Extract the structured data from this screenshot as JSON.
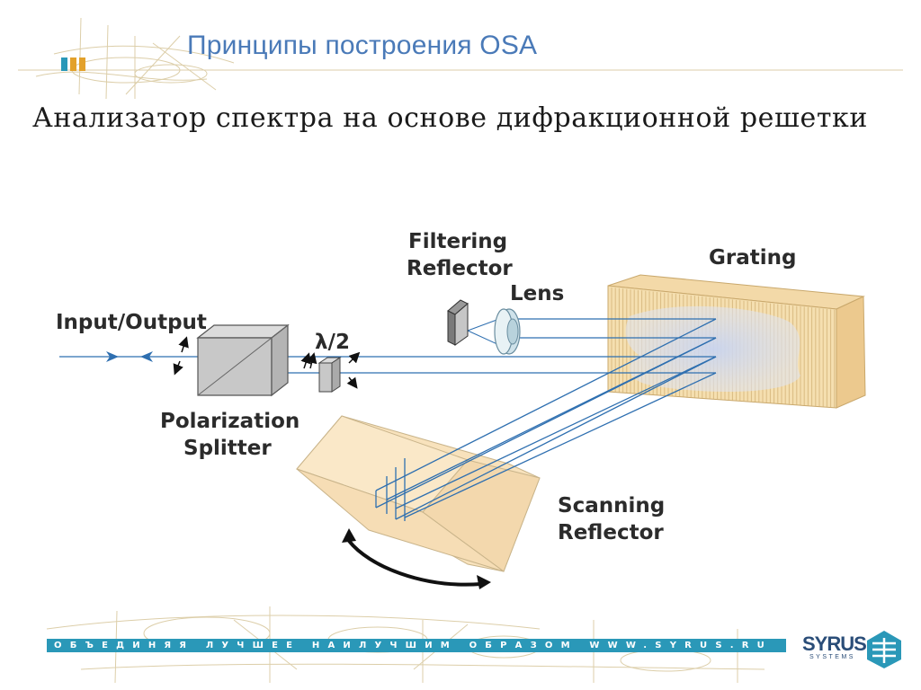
{
  "slide": {
    "title": "Принципы построения OSA",
    "subtitle": "Анализатор спектра на основе дифракционной решетки"
  },
  "diagram": {
    "labels": {
      "input_output": "Input/Output",
      "lambda_half": "λ/2",
      "polarization_1": "Polarization",
      "polarization_2": "Splitter",
      "filtering_1": "Filtering",
      "filtering_2": "Reflector",
      "lens": "Lens",
      "grating": "Grating",
      "scanning_1": "Scanning",
      "scanning_2": "Reflector"
    },
    "colors": {
      "beam": "#2e6fb0",
      "grating_fill": "#f5dfb0",
      "grating_light": "#c8d4f0",
      "reflector_fill": "#f8e2bc",
      "splitter_fill": "#c8c8c8"
    }
  },
  "footer": {
    "tagline": "ОБЪЕДИНЯЯ ЛУЧШЕЕ НАИЛУЧШИМ ОБРАЗОМ  WWW.SYRUS.RU",
    "logo_word": "SYRUS",
    "logo_sub": "SYSTEMS",
    "bar_color": "#2a98b8"
  },
  "icons": [
    "syrus-logo-icon",
    "header-bars-icon"
  ]
}
